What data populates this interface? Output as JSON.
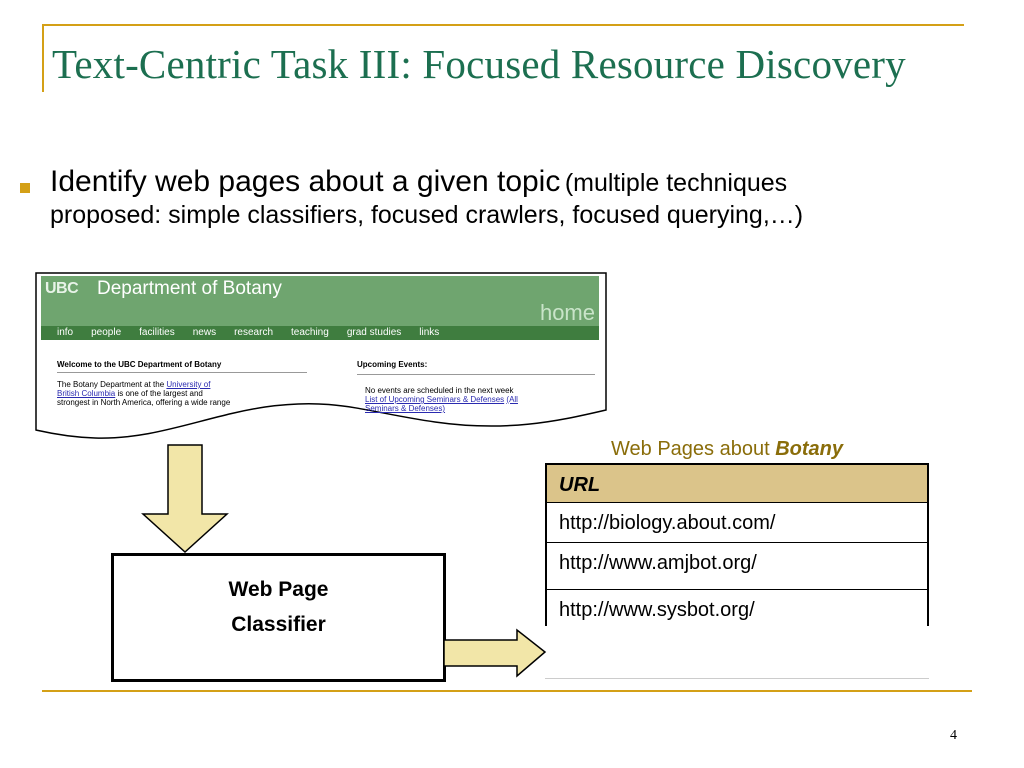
{
  "slide": {
    "title": "Text-Centric Task III: Focused Resource Discovery",
    "bullet_main": "Identify web pages about a given topic",
    "bullet_sub_1": "(multiple techniques",
    "bullet_sub_2": "proposed: simple classifiers, focused crawlers, focused querying,…)",
    "page_number": "4"
  },
  "webpage": {
    "logo": "UBC",
    "dept_title": "Department of Botany",
    "home": "home",
    "nav": [
      "info",
      "people",
      "facilities",
      "news",
      "research",
      "teaching",
      "grad studies",
      "links"
    ],
    "welcome_title": "Welcome to the UBC Department of Botany",
    "welcome_text_1": "The Botany Department at the",
    "welcome_link_1": "University of",
    "welcome_link_2": "British Columbia",
    "welcome_text_2": "is one of the largest and",
    "welcome_text_3": "strongest in North America, offering a wide range",
    "events_title": "Upcoming Events:",
    "events_text": "No events are scheduled in the next week",
    "events_link_1": "List of Upcoming Seminars & Defenses",
    "events_link_2": "(All",
    "events_link_3": "Seminars & Defenses)"
  },
  "classifier": {
    "line1": "Web Page",
    "line2": "Classifier"
  },
  "table": {
    "caption_prefix": "Web Pages about",
    "caption_topic": "Botany",
    "header": "URL",
    "rows": [
      "http://biology.about.com/",
      "http://www.amjbot.org/",
      "http://www.sysbot.org/"
    ]
  },
  "colors": {
    "title": "#1c6f50",
    "accent": "#d4a017",
    "table_header": "#dbc48a",
    "arrow_fill": "#f2e6a8",
    "caption": "#8a6d0a"
  }
}
